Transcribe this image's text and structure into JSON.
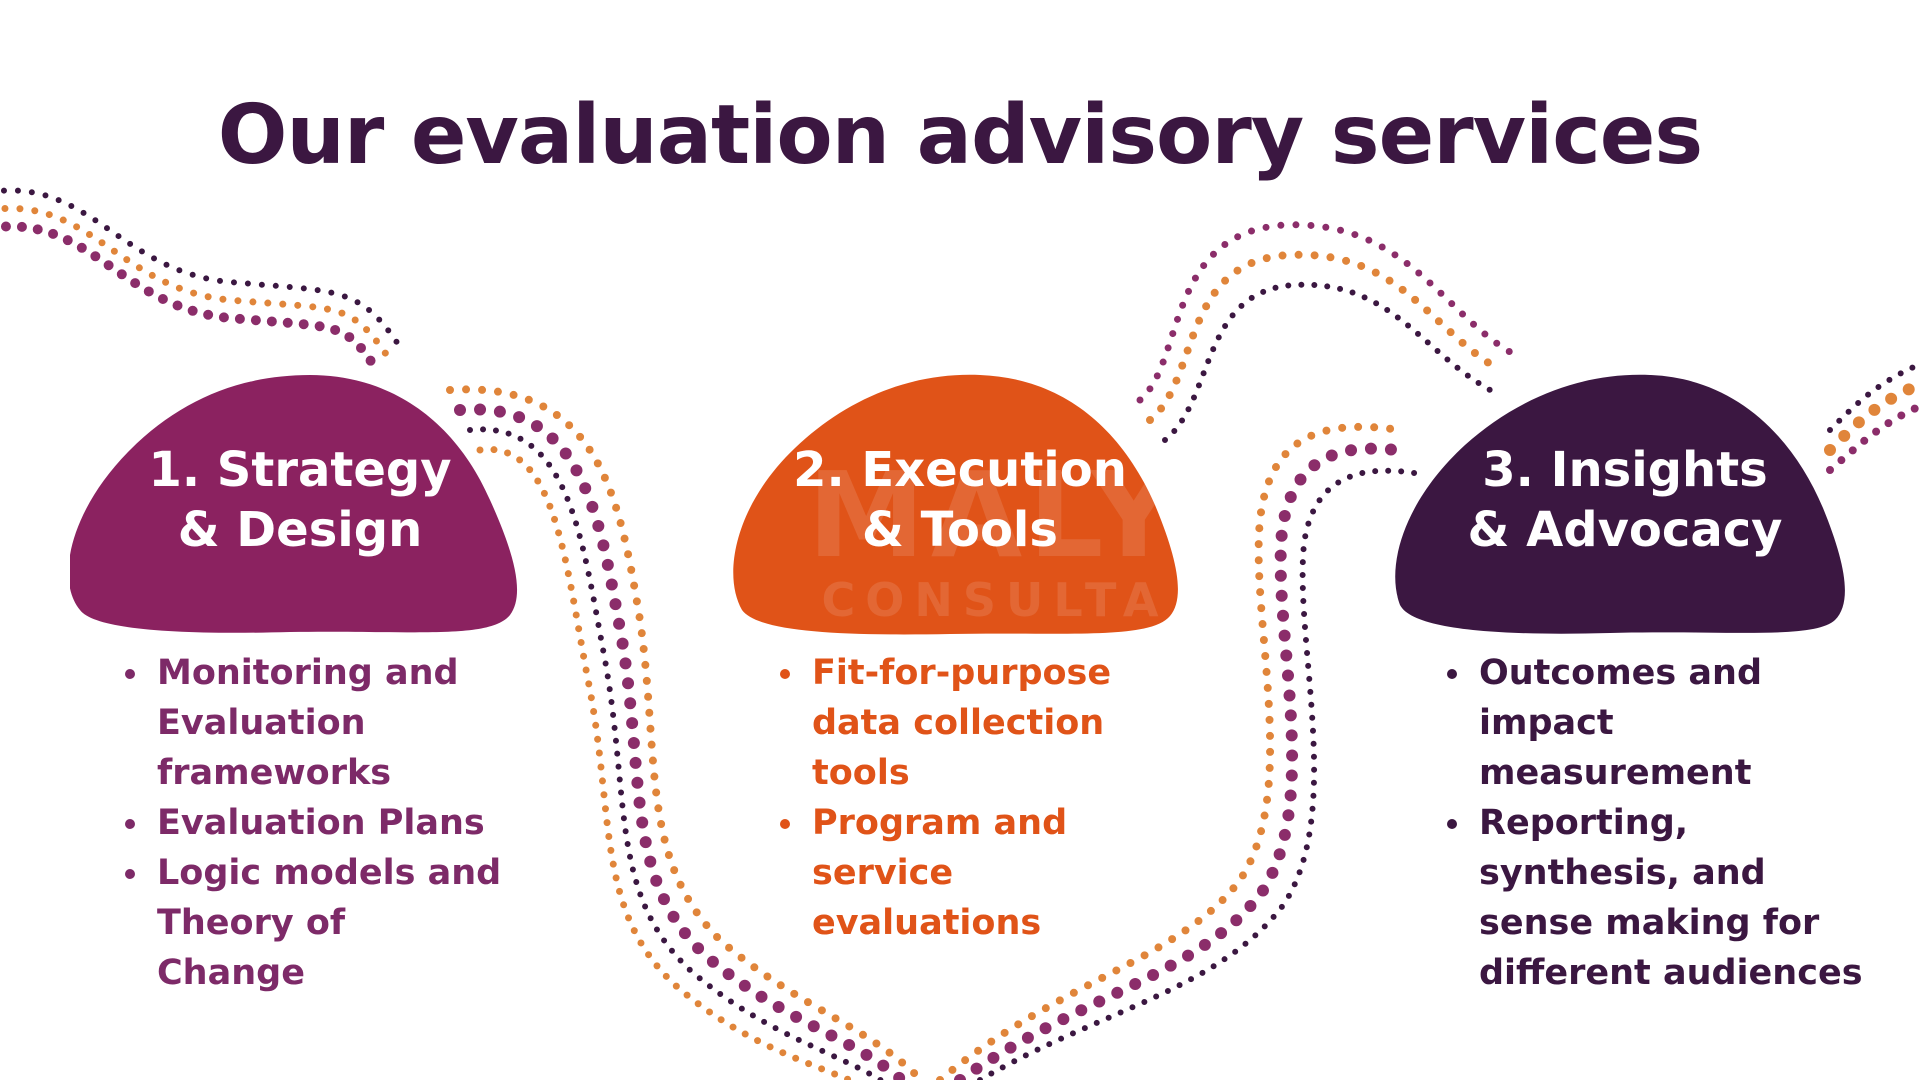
{
  "title": "Our evaluation advisory services",
  "colors": {
    "title": "#3b1741",
    "strategy": "#8b2260",
    "execution": "#e05318",
    "insights": "#3b1741",
    "dot_orange": "#e0853a",
    "dot_purple": "#8b2d6a",
    "dot_dark": "#3b1741",
    "background": "#ffffff"
  },
  "watermark": {
    "main": "MALY",
    "sub": "CONSULTA"
  },
  "services": [
    {
      "line1": "1. Strategy",
      "line2": "& Design",
      "bullets": [
        "Monitoring and Evaluation frameworks",
        "Evaluation Plans",
        "Logic models and Theory of Change"
      ]
    },
    {
      "line1": "2. Execution",
      "line2": "& Tools",
      "bullets": [
        "Fit-for-purpose data collection tools",
        "Program and service evaluations"
      ]
    },
    {
      "line1": "3. Insights",
      "line2": "& Advocacy",
      "bullets": [
        "Outcomes and impact measurement",
        "Reporting, synthesis, and sense making for different audiences"
      ]
    }
  ]
}
